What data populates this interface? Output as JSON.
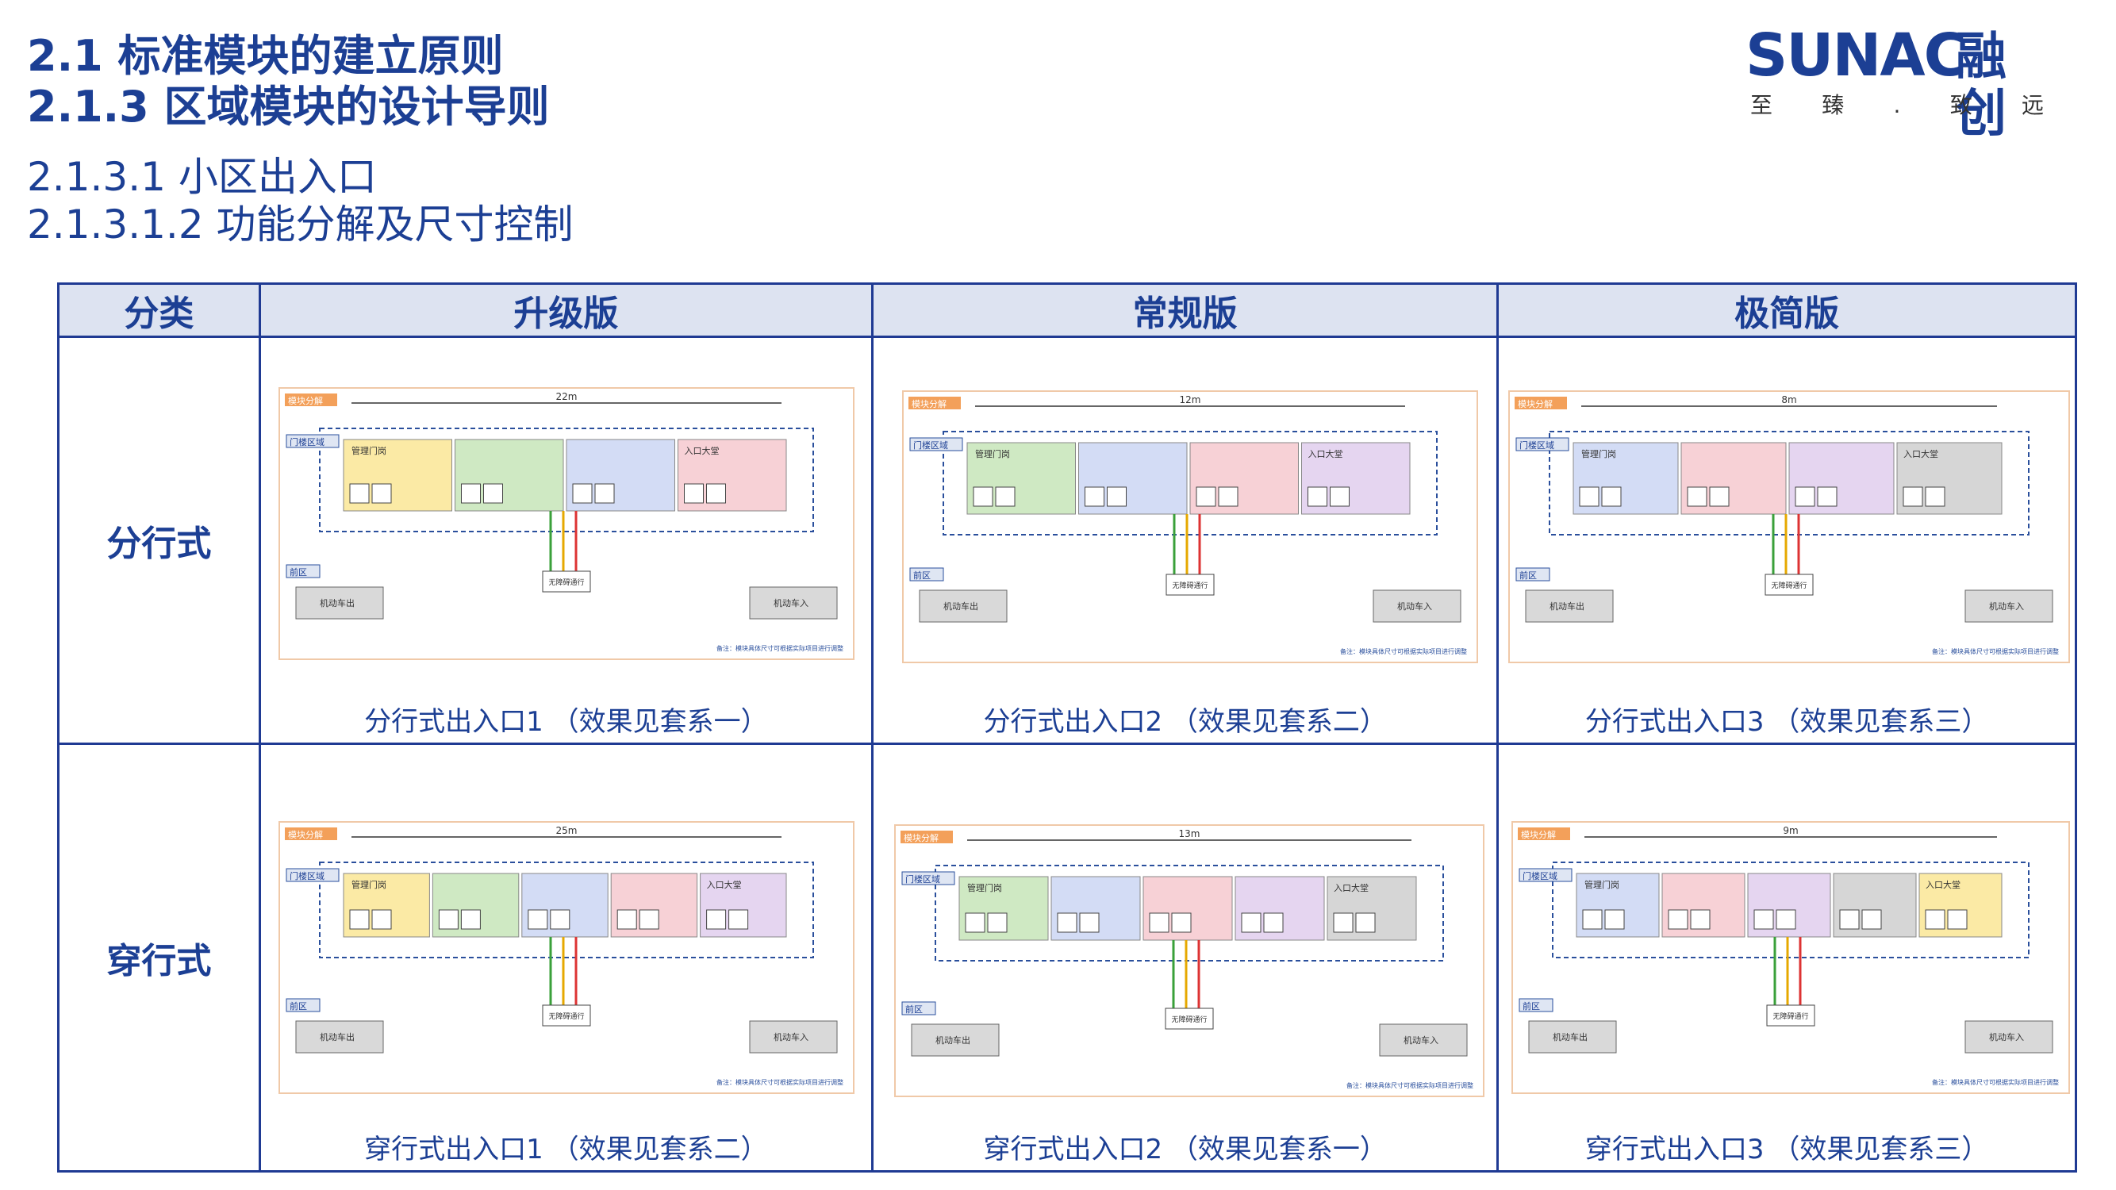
{
  "header": {
    "title1": "2.1 标准模块的建立原则",
    "title2": "2.1.3 区域模块的设计导则",
    "sub1": "2.1.3.1 小区出入口",
    "sub2": "2.1.3.1.2 功能分解及尺寸控制"
  },
  "logo": {
    "mark": "SUNAC",
    "cn": "融创",
    "slogan": [
      "至",
      "臻",
      ".",
      "致",
      "远"
    ]
  },
  "table": {
    "headers": [
      "分类",
      "升级版",
      "常规版",
      "极简版"
    ],
    "rows": [
      {
        "label": "分行式",
        "captions": [
          "分行式出入口1  （效果见套系一）",
          "分行式出入口2  （效果见套系二）",
          "分行式出入口3  （效果见套系三）"
        ],
        "dims": [
          "22m",
          "12m",
          "8m"
        ]
      },
      {
        "label": "穿行式",
        "captions": [
          "穿行式出入口1  （效果见套系二）",
          "穿行式出入口2  （效果见套系一）",
          "穿行式出入口3  （效果见套系三）"
        ],
        "dims": [
          "25m",
          "13m",
          "9m"
        ]
      }
    ]
  },
  "diagram_labels": {
    "tag": "模块分解",
    "gate_zone": "门楼区域",
    "front_zone": "前区",
    "note": "备注：模块具体尺寸可根据实际项目进行调整",
    "car_out": "机动车出",
    "car_in": "机动车入",
    "barrier_free": "无障碍通行",
    "lobby": "入口大堂",
    "guard": "管理门岗"
  },
  "colors": {
    "brand": "#1c3f94",
    "header_bg": "#dde3f1",
    "border": "#1f3a93"
  }
}
